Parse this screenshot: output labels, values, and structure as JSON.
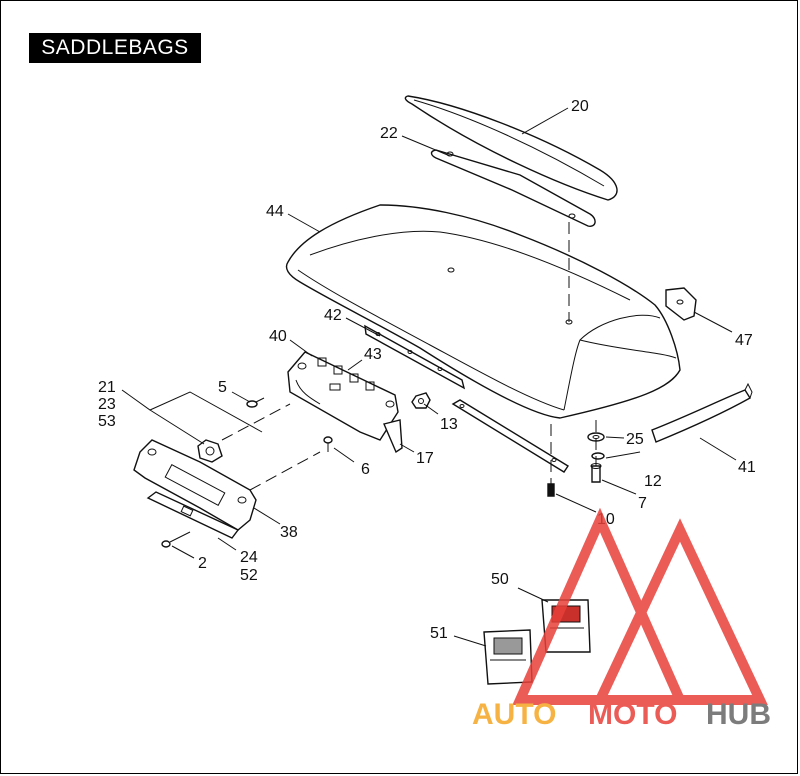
{
  "title": "SADDLEBAGS",
  "callouts": [
    "20",
    "22",
    "44",
    "47",
    "42",
    "40",
    "43",
    "5",
    "21",
    "23",
    "53",
    "13",
    "25",
    "41",
    "17",
    "6",
    "12",
    "7",
    "38",
    "10",
    "2",
    "24",
    "52",
    "50",
    "51"
  ],
  "watermark": {
    "part1": "AUTO",
    "part2": "MOTO",
    "part3": "HUB",
    "color_orange": "#f5a623",
    "color_red": "#e8403a",
    "color_gray": "#666666"
  }
}
